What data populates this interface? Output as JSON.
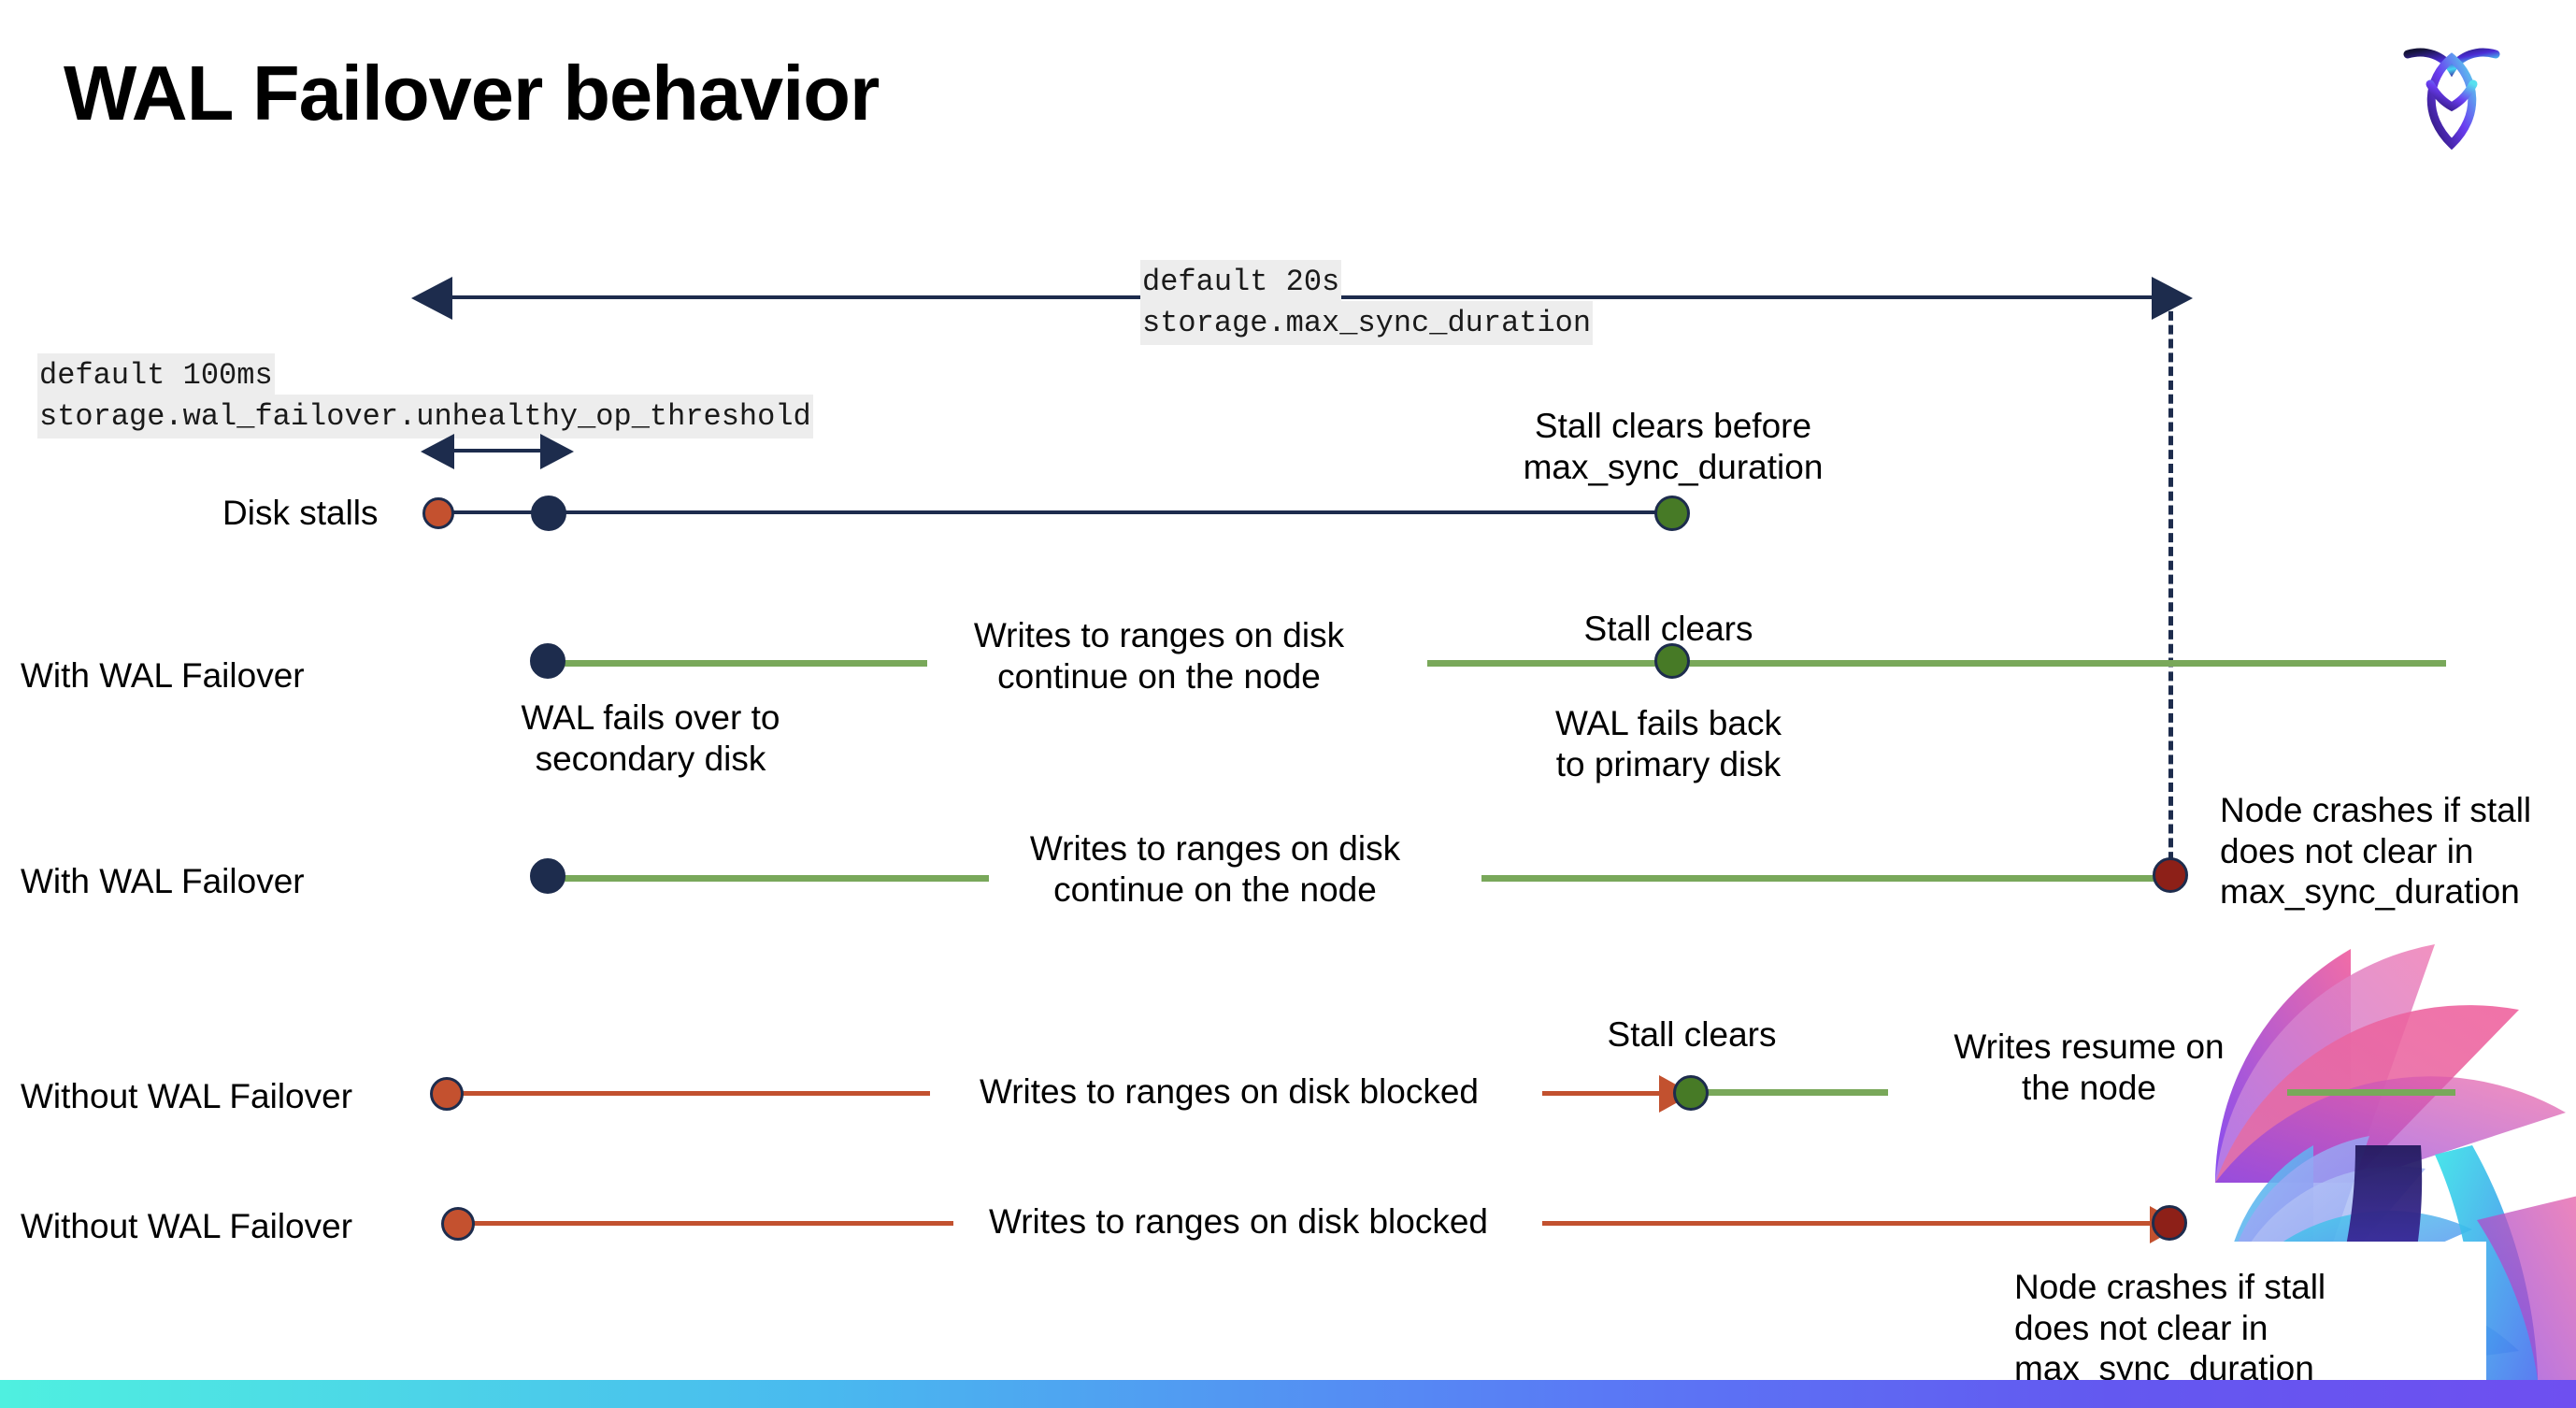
{
  "title": "WAL Failover behavior",
  "logo": {
    "name": "cockroach-labs-logo"
  },
  "settings": {
    "max_sync": {
      "default": "default 20s",
      "name": "storage.max_sync_duration"
    },
    "unhealthy": {
      "default": "default 100ms",
      "name": "storage.wal_failover.unhealthy_op_threshold"
    }
  },
  "rows": [
    {
      "label": "Disk stalls",
      "annotations": [
        {
          "text": "Stall clears before\nmax_sync_duration"
        }
      ]
    },
    {
      "label": "With WAL Failover",
      "annotations": [
        {
          "text": "WAL fails over to\nsecondary disk"
        },
        {
          "text": "Writes to ranges on disk\ncontinue on the node"
        },
        {
          "text": "Stall clears"
        },
        {
          "text": "WAL fails  back\nto primary disk"
        }
      ]
    },
    {
      "label": "With WAL Failover",
      "annotations": [
        {
          "text": "Writes to ranges on disk\ncontinue on the node"
        },
        {
          "text": "Node crashes if stall\ndoes not clear in\nmax_sync_duration"
        }
      ]
    },
    {
      "label": "Without WAL Failover",
      "annotations": [
        {
          "text": "Writes to ranges on disk  blocked"
        },
        {
          "text": "Stall clears"
        },
        {
          "text": "Writes resume on\nthe node"
        }
      ]
    },
    {
      "label": "Without WAL Failover",
      "annotations": [
        {
          "text": "Writes to ranges on disk  blocked"
        },
        {
          "text": "Node crashes if stall\ndoes not clear in\nmax_sync_duration"
        }
      ]
    }
  ],
  "labels": {
    "row1_label": "Disk stalls",
    "row2_label": "With WAL Failover",
    "row3_label": "With WAL Failover",
    "row4_label": "Without WAL Failover",
    "row5_label": "Without WAL Failover",
    "stall_clears_before": "Stall clears before\nmax_sync_duration",
    "wal_fails_over": "WAL fails over to\nsecondary disk",
    "writes_continue_1": "Writes to ranges on disk\ncontinue on the node",
    "stall_clears_2": "Stall clears",
    "wal_fails_back": "WAL fails  back\nto primary disk",
    "writes_continue_2": "Writes to ranges on disk\ncontinue on the node",
    "node_crashes_1": "Node crashes if stall\ndoes not clear in\nmax_sync_duration",
    "writes_blocked_1": "Writes to ranges on disk  blocked",
    "stall_clears_4": "Stall clears",
    "writes_resume": "Writes resume on\nthe node",
    "writes_blocked_2": "Writes to ranges on disk  blocked",
    "node_crashes_2": "Node crashes if stall\ndoes not clear in\nmax_sync_duration"
  },
  "colors": {
    "navy": "#1d2c4d",
    "green_line": "#79a85a",
    "green_dot": "#477a26",
    "orange": "#c4512f",
    "dark_red": "#8d2018",
    "code_bg": "#ededed",
    "bar_gradient_start": "#4ff0e0",
    "bar_gradient_end": "#6e4ff0"
  }
}
